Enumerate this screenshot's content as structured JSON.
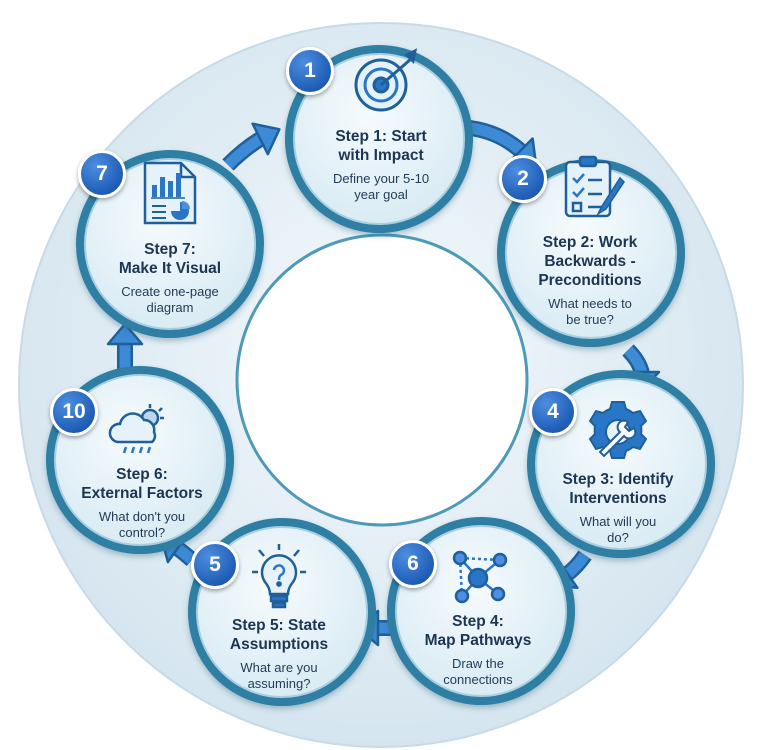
{
  "colors": {
    "outer_disc": "#dce9f2",
    "ring": "#3f8fb0",
    "node_fill": "#e8f3f9",
    "node_ring": "#2f7fa3",
    "arrow": "#2a76c6",
    "badge": "#1f5db6",
    "text": "#1b3552"
  },
  "steps": [
    {
      "badge": "1",
      "title": "Step 1: Start\nwith Impact",
      "subtitle": "Define your 5-10\nyear goal",
      "icon": "target-icon"
    },
    {
      "badge": "2",
      "title": "Step 2: Work\nBackwards -\nPreconditions",
      "subtitle": "What needs to\nbe true?",
      "icon": "clipboard-checklist-icon"
    },
    {
      "badge": "4",
      "title": "Step 3: Identify\nInterventions",
      "subtitle": "What will you\ndo?",
      "icon": "gear-wrench-icon"
    },
    {
      "badge": "6",
      "title": "Step 4:\nMap Pathways",
      "subtitle": "Draw the\nconnections",
      "icon": "network-icon"
    },
    {
      "badge": "5",
      "title": "Step 5: State\nAssumptions",
      "subtitle": "What are you\nassuming?",
      "icon": "lightbulb-question-icon"
    },
    {
      "badge": "10",
      "title": "Step 6:\nExternal Factors",
      "subtitle": "What don't you\ncontrol?",
      "icon": "weather-cloud-icon"
    },
    {
      "badge": "7",
      "title": "Step 7:\nMake It Visual",
      "subtitle": "Create one-page\ndiagram",
      "icon": "chart-document-icon"
    }
  ]
}
